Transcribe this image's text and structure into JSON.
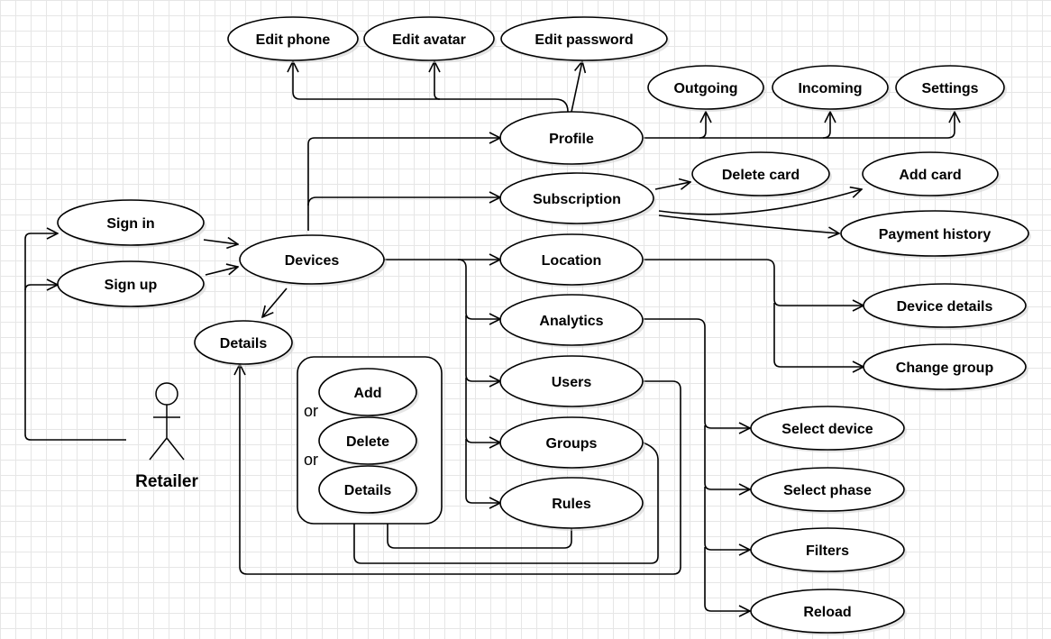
{
  "actor": {
    "label": "Retailer"
  },
  "nodes": {
    "edit_phone": "Edit phone",
    "edit_avatar": "Edit avatar",
    "edit_password": "Edit password",
    "outgoing": "Outgoing",
    "incoming": "Incoming",
    "settings": "Settings",
    "profile": "Profile",
    "delete_card": "Delete card",
    "add_card": "Add card",
    "subscription": "Subscription",
    "payment_history": "Payment history",
    "sign_in": "Sign in",
    "sign_up": "Sign up",
    "devices": "Devices",
    "location": "Location",
    "device_details": "Device details",
    "details": "Details",
    "analytics": "Analytics",
    "change_group": "Change group",
    "users": "Users",
    "select_device": "Select device",
    "groups": "Groups",
    "select_phase": "Select phase",
    "rules": "Rules",
    "filters": "Filters",
    "reload": "Reload",
    "add": "Add",
    "delete": "Delete",
    "details_sub": "Details"
  },
  "or_labels": [
    "or",
    "or"
  ]
}
